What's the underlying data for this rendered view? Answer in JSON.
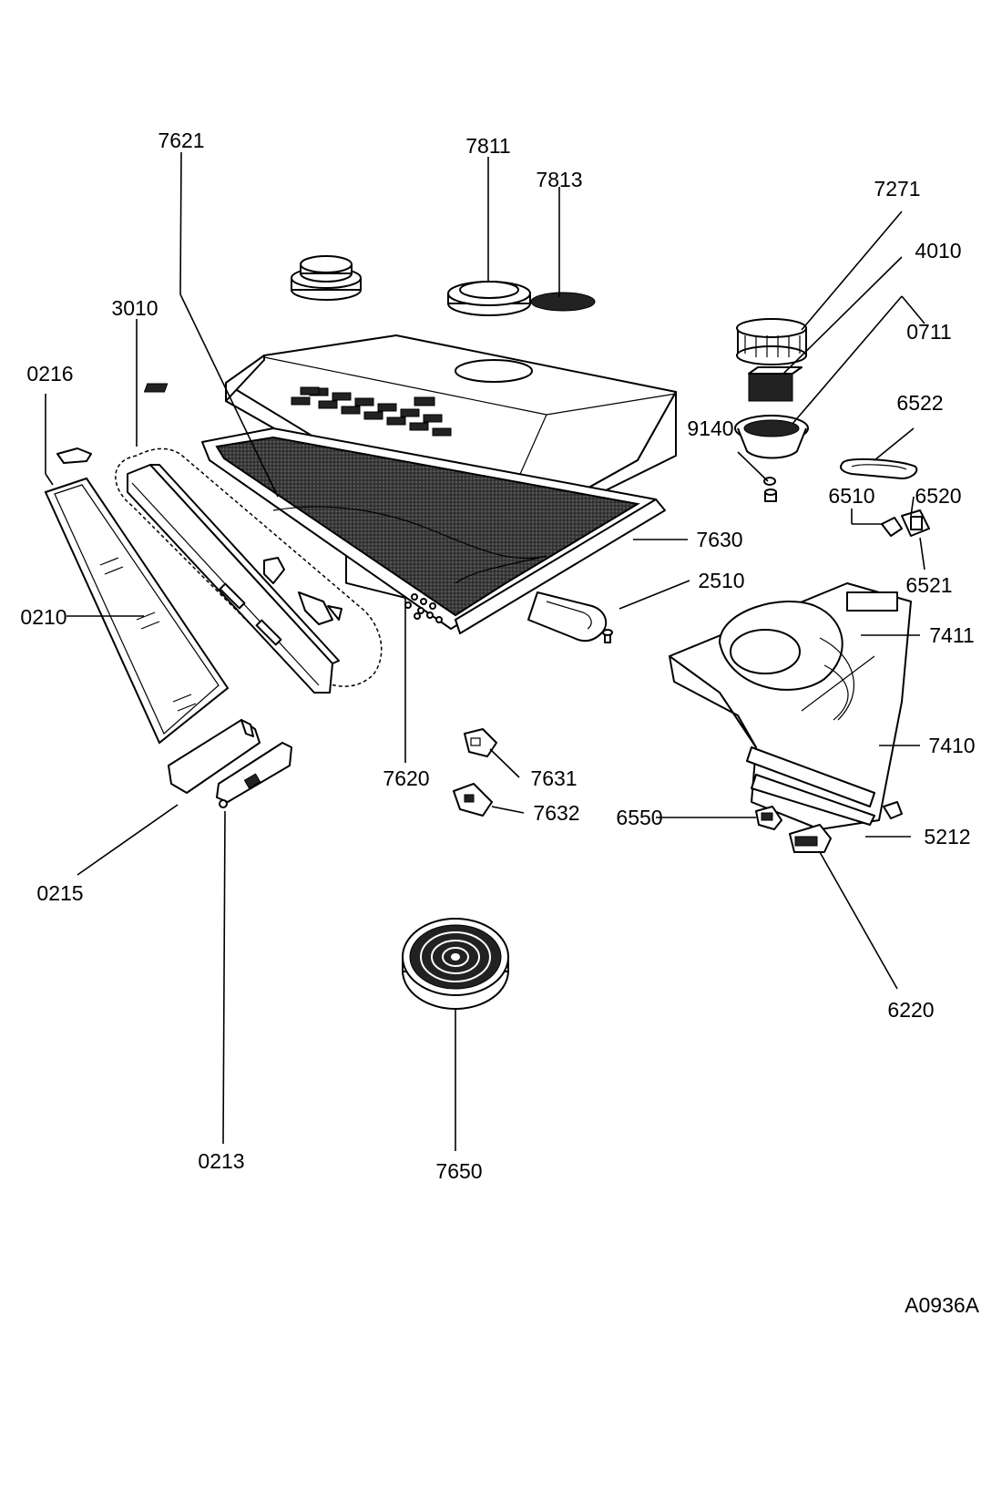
{
  "drawing_code": "A0936A",
  "parts": [
    {
      "id": "p7621",
      "label": "7621"
    },
    {
      "id": "p7811",
      "label": "7811"
    },
    {
      "id": "p7813",
      "label": "7813"
    },
    {
      "id": "p7271",
      "label": "7271"
    },
    {
      "id": "p4010",
      "label": "4010"
    },
    {
      "id": "p0711",
      "label": "0711"
    },
    {
      "id": "p3010",
      "label": "3010"
    },
    {
      "id": "p0216",
      "label": "0216"
    },
    {
      "id": "p6522",
      "label": "6522"
    },
    {
      "id": "p9140",
      "label": "9140"
    },
    {
      "id": "p6510",
      "label": "6510"
    },
    {
      "id": "p6520",
      "label": "6520"
    },
    {
      "id": "p7630",
      "label": "7630"
    },
    {
      "id": "p2510",
      "label": "2510"
    },
    {
      "id": "p6521",
      "label": "6521"
    },
    {
      "id": "p0210",
      "label": "0210"
    },
    {
      "id": "p7411",
      "label": "7411"
    },
    {
      "id": "p7410",
      "label": "7410"
    },
    {
      "id": "p7620",
      "label": "7620"
    },
    {
      "id": "p7631",
      "label": "7631"
    },
    {
      "id": "p7632",
      "label": "7632"
    },
    {
      "id": "p6550",
      "label": "6550"
    },
    {
      "id": "p5212",
      "label": "5212"
    },
    {
      "id": "p0215",
      "label": "0215"
    },
    {
      "id": "p6220",
      "label": "6220"
    },
    {
      "id": "p0213",
      "label": "0213"
    },
    {
      "id": "p7650",
      "label": "7650"
    }
  ]
}
